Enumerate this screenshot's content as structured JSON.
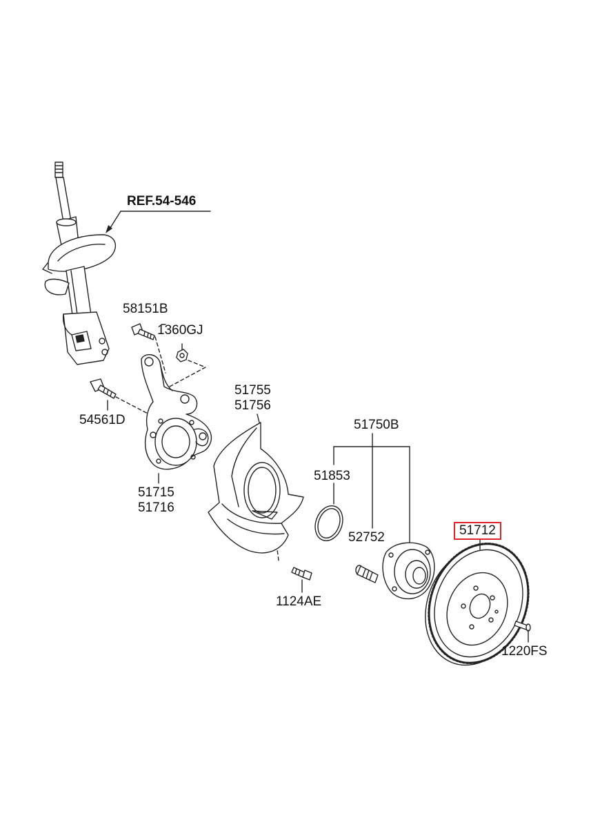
{
  "labels": {
    "ref": "REF.54-546",
    "p58151b": "58151B",
    "p1360gj": "1360GJ",
    "p54561d": "54561D",
    "p51715": "51715",
    "p51716": "51716",
    "p51755": "51755",
    "p51756": "51756",
    "p51750b": "51750B",
    "p51853": "51853",
    "p52752": "52752",
    "p1124ae": "1124AE",
    "p51712": "51712",
    "p1220fs": "1220FS"
  },
  "colors": {
    "line": "#222222",
    "highlight": "#e0232a",
    "background": "#ffffff"
  }
}
